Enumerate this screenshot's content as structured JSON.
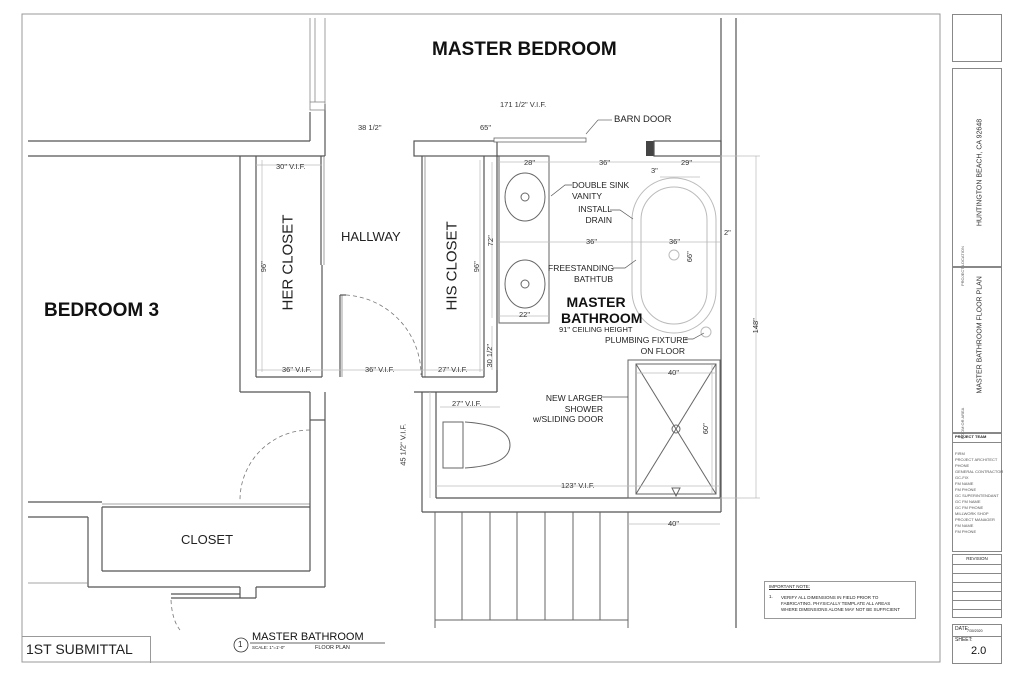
{
  "rooms": {
    "master_bedroom": "MASTER BEDROOM",
    "bedroom_3": "BEDROOM 3",
    "hallway": "HALLWAY",
    "her_closet": "HER CLOSET",
    "his_closet": "HIS CLOSET",
    "closet": "CLOSET",
    "master_bathroom_line1": "MASTER",
    "master_bathroom_line2": "BATHROOM",
    "ceiling_height": "91\" CEILING HEIGHT"
  },
  "callouts": {
    "barn_door": "BARN DOOR",
    "double_sink_line1": "DOUBLE SINK",
    "double_sink_line2": "VANITY",
    "install_drain_line1": "INSTALL",
    "install_drain_line2": "DRAIN",
    "bathtub_line1": "FREESTANDING",
    "bathtub_line2": "BATHTUB",
    "plumbing_line1": "PLUMBING FIXTURE",
    "plumbing_line2": "ON FLOOR",
    "shower_line1": "NEW LARGER",
    "shower_line2": "SHOWER",
    "shower_line3": "w/SLIDING DOOR"
  },
  "dimensions": {
    "top_total": "171 1/2\" V.I.F.",
    "left_top": "38 1/2\"",
    "barn_span": "65\"",
    "vanity_width": "28\"",
    "vanity_to_tub": "36\"",
    "shelf": "3\"",
    "tub_right": "29\"",
    "her_closet_top": "30\" V.I.F.",
    "her_closet_depth": "96\"",
    "his_closet_depth": "96\"",
    "vanity_length": "72\"",
    "mid_span_left": "36\"",
    "mid_span_right": "36\"",
    "tub_length": "66\"",
    "tub_gap": "2\"",
    "vanity_bottom": "22\"",
    "right_total": "148\"",
    "her_closet_bottom": "36\" V.I.F.",
    "hall_bottom": "36\" V.I.F.",
    "his_closet_bottom": "27\" V.I.F.",
    "his_closet_side": "30 1/2\"",
    "toilet_top": "27\" V.I.F.",
    "toilet_side": "45 1/2\" V.I.F.",
    "shower_width": "40\"",
    "shower_depth": "60\"",
    "bath_bottom": "123\" V.I.F.",
    "lower_right": "40\""
  },
  "drawing_title": {
    "number": "1",
    "title": "MASTER BATHROOM",
    "scale": "SCALE: 1\"=1'-0\"",
    "subtitle": "FLOOR PLAN"
  },
  "submittal": "1ST SUBMITTAL",
  "important_note": {
    "heading": "IMPORTANT NOTE:",
    "number": "1.",
    "text_line1": "VERIFY ALL DIMENSIONS IN FIELD PRIOR TO",
    "text_line2": "FABRICATING. PHYSICALLY TEMPLATE ALL AREAS",
    "text_line3": "WHERE DIMENSIONS ALONE MAY NOT BE SUFFICIENT"
  },
  "title_block": {
    "project_location_label": "PROJECT LOCATION",
    "project_location": "HUNTINGTON BEACH, CA 92648",
    "room_label": "ROOM OR AREA",
    "room": "MASTER BATHROOM FLOOR PLAN",
    "project_team_label": "PROJECT TEAM",
    "team_lines": [
      "FIRM",
      "PROJECT ARCHITECT",
      "PHONE",
      "GENERAL CONTRACTOR",
      "GC-FIX",
      "FM NAME",
      "FM PHONE",
      "GC SUPERINTENDANT",
      "GC FM NAME",
      "GC FM PHONE",
      "MILLWORK SHOP",
      "PROJECT MANAGER",
      "FM NAME",
      "FM PHONE"
    ],
    "revision_label": "REVISION",
    "date_label": "DATE:",
    "date_value": "7/30/2020",
    "sheet_label": "SHEET:",
    "sheet_value": "2.0"
  }
}
